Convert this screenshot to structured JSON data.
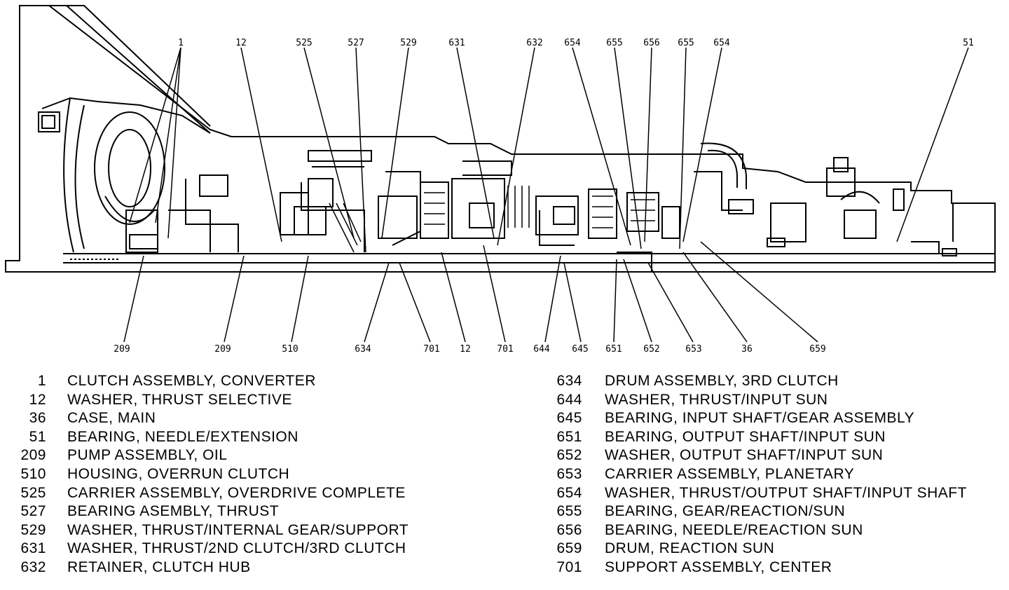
{
  "callouts_top": [
    {
      "id": "top-1",
      "text": "1"
    },
    {
      "id": "top-12",
      "text": "12"
    },
    {
      "id": "top-525",
      "text": "525"
    },
    {
      "id": "top-527",
      "text": "527"
    },
    {
      "id": "top-529",
      "text": "529"
    },
    {
      "id": "top-631",
      "text": "631"
    },
    {
      "id": "top-632",
      "text": "632"
    },
    {
      "id": "top-654a",
      "text": "654"
    },
    {
      "id": "top-655a",
      "text": "655"
    },
    {
      "id": "top-656",
      "text": "656"
    },
    {
      "id": "top-655b",
      "text": "655"
    },
    {
      "id": "top-654b",
      "text": "654"
    },
    {
      "id": "top-51",
      "text": "51"
    }
  ],
  "callouts_bottom": [
    {
      "id": "bot-209a",
      "text": "209"
    },
    {
      "id": "bot-209b",
      "text": "209"
    },
    {
      "id": "bot-510",
      "text": "510"
    },
    {
      "id": "bot-634",
      "text": "634"
    },
    {
      "id": "bot-701a",
      "text": "701"
    },
    {
      "id": "bot-12",
      "text": "12"
    },
    {
      "id": "bot-701b",
      "text": "701"
    },
    {
      "id": "bot-644",
      "text": "644"
    },
    {
      "id": "bot-645",
      "text": "645"
    },
    {
      "id": "bot-651",
      "text": "651"
    },
    {
      "id": "bot-652",
      "text": "652"
    },
    {
      "id": "bot-653",
      "text": "653"
    },
    {
      "id": "bot-36",
      "text": "36"
    },
    {
      "id": "bot-659",
      "text": "659"
    }
  ],
  "legend": {
    "left": [
      {
        "num": "1",
        "desc": "CLUTCH ASSEMBLY, CONVERTER"
      },
      {
        "num": "12",
        "desc": "WASHER, THRUST SELECTIVE"
      },
      {
        "num": "36",
        "desc": "CASE, MAIN"
      },
      {
        "num": "51",
        "desc": "BEARING, NEEDLE/EXTENSION"
      },
      {
        "num": "209",
        "desc": "PUMP ASSEMBLY, OIL"
      },
      {
        "num": "510",
        "desc": "HOUSING, OVERRUN CLUTCH"
      },
      {
        "num": "525",
        "desc": "CARRIER ASSEMBLY, OVERDRIVE COMPLETE"
      },
      {
        "num": "527",
        "desc": "BEARING ASEMBLY, THRUST"
      },
      {
        "num": "529",
        "desc": "WASHER, THRUST/INTERNAL GEAR/SUPPORT"
      },
      {
        "num": "631",
        "desc": "WASHER, THRUST/2ND CLUTCH/3RD CLUTCH"
      },
      {
        "num": "632",
        "desc": "RETAINER, CLUTCH HUB"
      }
    ],
    "right": [
      {
        "num": "634",
        "desc": "DRUM ASSEMBLY, 3RD CLUTCH"
      },
      {
        "num": "644",
        "desc": "WASHER, THRUST/INPUT SUN"
      },
      {
        "num": "645",
        "desc": "BEARING, INPUT SHAFT/GEAR ASSEMBLY"
      },
      {
        "num": "651",
        "desc": "BEARING, OUTPUT SHAFT/INPUT SUN"
      },
      {
        "num": "652",
        "desc": "WASHER, OUTPUT SHAFT/INPUT SUN"
      },
      {
        "num": "653",
        "desc": "CARRIER ASSEMBLY, PLANETARY"
      },
      {
        "num": "654",
        "desc": "WASHER, THRUST/OUTPUT SHAFT/INPUT SHAFT"
      },
      {
        "num": "655",
        "desc": "BEARING, GEAR/REACTION/SUN"
      },
      {
        "num": "656",
        "desc": "BEARING, NEEDLE/REACTION SUN"
      },
      {
        "num": "659",
        "desc": "DRUM, REACTION SUN"
      },
      {
        "num": "701",
        "desc": "SUPPORT ASSEMBLY, CENTER"
      }
    ]
  }
}
